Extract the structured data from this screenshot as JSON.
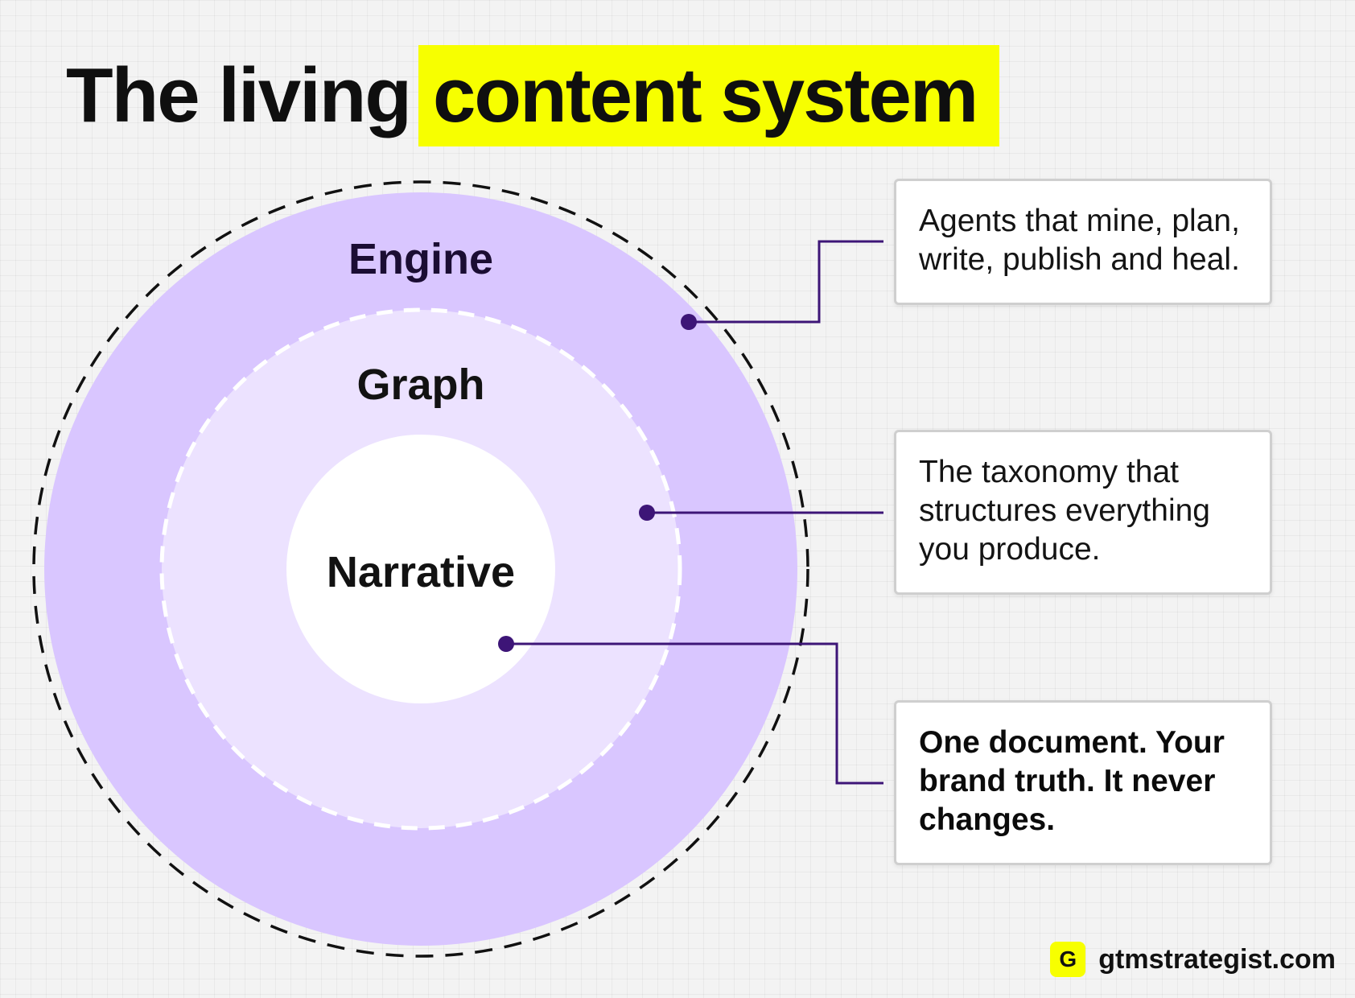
{
  "title": {
    "plain": "The living",
    "highlight": "content system"
  },
  "rings": {
    "engine": "Engine",
    "graph": "Graph",
    "narrative": "Narrative"
  },
  "callouts": [
    {
      "layer": "engine",
      "text": "Agents that mine, plan, write, publish and heal."
    },
    {
      "layer": "graph",
      "text": "The taxonomy that structures everything you produce."
    },
    {
      "layer": "narrative",
      "text": "One document. Your brand truth. It never changes."
    }
  ],
  "brand": {
    "logo_glyph": "G",
    "domain": "gtmstrategist.com"
  },
  "colors": {
    "highlight": "#f7ff00",
    "engine_ring": "#d9c6ff",
    "graph_ring": "#ece2ff",
    "narrative_core": "#ffffff",
    "connector": "#3d1577"
  }
}
